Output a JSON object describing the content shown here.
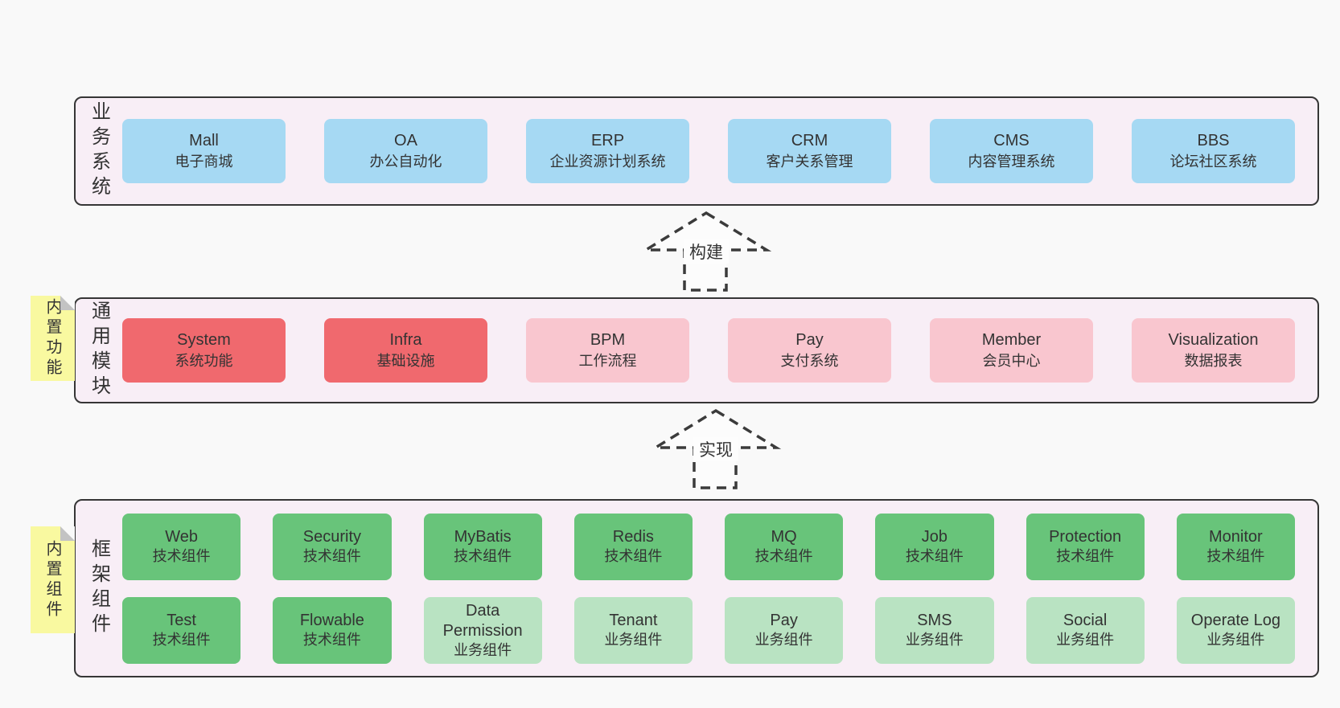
{
  "colors": {
    "page-bg": "#f9f9f9",
    "band-bg": "#f8eef6",
    "band-border": "#363636",
    "box-blue": "#a6d9f3",
    "box-red": "#f0696e",
    "box-pink": "#f9c6cf",
    "box-green": "#68c47a",
    "box-green-light": "#b9e3c2",
    "note-yellow": "#f9f9a0",
    "note-fold": "#c3c3c3",
    "text": "#333333",
    "arrow": "#3b3b3b"
  },
  "bands": [
    {
      "title": "业务系统",
      "boxes": [
        {
          "name": "Mall",
          "desc": "电子商城",
          "type": "blue"
        },
        {
          "name": "OA",
          "desc": "办公自动化",
          "type": "blue"
        },
        {
          "name": "ERP",
          "desc": "企业资源计划系统",
          "type": "blue"
        },
        {
          "name": "CRM",
          "desc": "客户关系管理",
          "type": "blue"
        },
        {
          "name": "CMS",
          "desc": "内容管理系统",
          "type": "blue"
        },
        {
          "name": "BBS",
          "desc": "论坛社区系统",
          "type": "blue"
        }
      ]
    },
    {
      "title": "通用模块",
      "note": "内置功能",
      "boxes": [
        {
          "name": "System",
          "desc": "系统功能",
          "type": "red"
        },
        {
          "name": "Infra",
          "desc": "基础设施",
          "type": "red"
        },
        {
          "name": "BPM",
          "desc": "工作流程",
          "type": "pink"
        },
        {
          "name": "Pay",
          "desc": "支付系统",
          "type": "pink"
        },
        {
          "name": "Member",
          "desc": "会员中心",
          "type": "pink"
        },
        {
          "name": "Visualization",
          "desc": "数据报表",
          "type": "pink"
        }
      ]
    },
    {
      "title": "框架组件",
      "note": "内置组件",
      "rows": [
        [
          {
            "name": "Web",
            "desc": "技术组件",
            "type": "green"
          },
          {
            "name": "Security",
            "desc": "技术组件",
            "type": "green"
          },
          {
            "name": "MyBatis",
            "desc": "技术组件",
            "type": "green"
          },
          {
            "name": "Redis",
            "desc": "技术组件",
            "type": "green"
          },
          {
            "name": "MQ",
            "desc": "技术组件",
            "type": "green"
          },
          {
            "name": "Job",
            "desc": "技术组件",
            "type": "green"
          },
          {
            "name": "Protection",
            "desc": "技术组件",
            "type": "green"
          },
          {
            "name": "Monitor",
            "desc": "技术组件",
            "type": "green"
          }
        ],
        [
          {
            "name": "Test",
            "desc": "技术组件",
            "type": "green"
          },
          {
            "name": "Flowable",
            "desc": "技术组件",
            "type": "green"
          },
          {
            "name": "Data Permission",
            "desc": "业务组件",
            "type": "green-light"
          },
          {
            "name": "Tenant",
            "desc": "业务组件",
            "type": "green-light"
          },
          {
            "name": "Pay",
            "desc": "业务组件",
            "type": "green-light"
          },
          {
            "name": "SMS",
            "desc": "业务组件",
            "type": "green-light"
          },
          {
            "name": "Social",
            "desc": "业务组件",
            "type": "green-light"
          },
          {
            "name": "Operate Log",
            "desc": "业务组件",
            "type": "green-light"
          }
        ]
      ]
    }
  ],
  "arrows": [
    {
      "label": "构建"
    },
    {
      "label": "实现"
    }
  ]
}
